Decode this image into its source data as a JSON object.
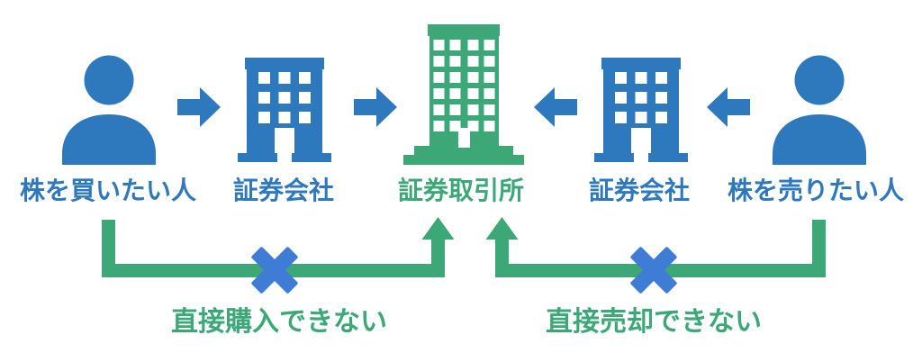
{
  "colors": {
    "blue": "#2e78bd",
    "green": "#3da877",
    "cross_blue": "#3e7cd6",
    "background": "#ffffff"
  },
  "flow": {
    "buyer": {
      "label": "株を買いたい人"
    },
    "broker_left": {
      "label": "証券会社"
    },
    "exchange": {
      "label": "証券取引所"
    },
    "broker_right": {
      "label": "証券会社"
    },
    "seller": {
      "label": "株を売りたい人"
    }
  },
  "restrictions": {
    "buy": {
      "label": "直接購入できない"
    },
    "sell": {
      "label": "直接売却できない"
    }
  }
}
